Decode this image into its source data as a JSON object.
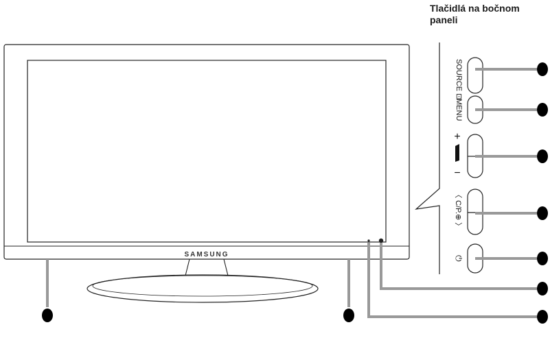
{
  "heading": "Tlačidlá na bočnom paneli",
  "brand": "SAMSUNG",
  "side_buttons": [
    {
      "number": "❶",
      "label": "SOURCE ⊡"
    },
    {
      "number": "❷",
      "label": "MENU"
    },
    {
      "number": "❸",
      "label_top": "+",
      "label_bottom": "−"
    },
    {
      "number": "❹",
      "label": "〈 C/P.⊕ 〉"
    },
    {
      "number": "❺",
      "label": "⏻"
    }
  ],
  "callouts": {
    "six": "❻",
    "seven": "❼",
    "eight_left": "❽",
    "eight_right": "❽"
  }
}
